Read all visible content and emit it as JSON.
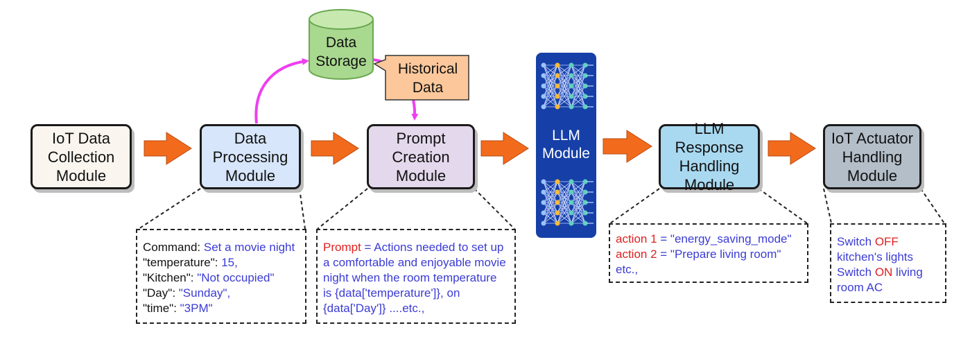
{
  "modules": {
    "iot_collection": "IoT Data\nCollection\nModule",
    "data_processing": "Data\nProcessing\nModule",
    "prompt_creation": "Prompt\nCreation\nModule",
    "llm": "LLM\nModule",
    "llm_response": "LLM Response\nHandling\nModule",
    "iot_actuator": "IoT Actuator\nHandling\nModule"
  },
  "storage": {
    "label": "Data\nStorage"
  },
  "historical": {
    "label": "Historical\nData"
  },
  "processing_note": {
    "command_key": "Command",
    "command_value": "Set a movie night",
    "temperature_key": "\"temperature\"",
    "temperature_value": "15,",
    "kitchen_key": "\"Kitchen\"",
    "kitchen_value": "\"Not occupied\"",
    "day_key": "\"Day\"",
    "day_value": "\"Sunday\",",
    "time_key": "\"time\"",
    "time_value": "\"3PM\""
  },
  "prompt_note": {
    "prompt_key": "Prompt",
    "line1": "Actions needed to set up",
    "line2": "a comfortable and enjoyable movie",
    "line3": "night when the room temperature",
    "line4": "is {data['temperature']}, on",
    "line5": "{data['Day']} ....etc.,"
  },
  "response_note": {
    "action1_key": "action 1",
    "action1_value": "\"energy_saving_mode\"",
    "action2_key": "action 2",
    "action2_value": "\"Prepare living room\"",
    "etc": "etc.,"
  },
  "actuator_note": {
    "switch1": "Switch",
    "off": "OFF",
    "line2": "kitchen's lights",
    "switch2": "Switch",
    "on": "ON",
    "living": "living",
    "line4": "room AC"
  },
  "colors": {
    "arrow": "#f26b1d",
    "magenta": "#ee3ff0",
    "llm_bg": "#1640a8"
  }
}
